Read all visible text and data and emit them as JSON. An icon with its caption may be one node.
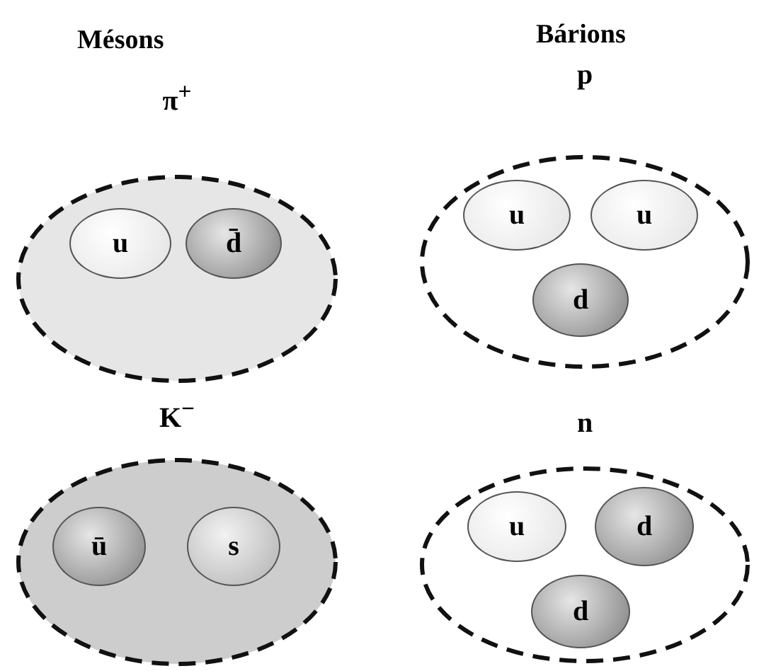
{
  "diagram": {
    "nodes": [
      {
        "text": [
          "π$^{+}$"
        ]
      },
      {
        "text": [
          "u"
        ],
        "in": 0
      },
      {
        "text": [
          "d̄"
        ],
        "in": 0
      },
      {
        "text": [
          "p"
        ]
      },
      {
        "text": [
          "u"
        ],
        "in": 3
      },
      {
        "text": [
          "u"
        ],
        "in": 3
      },
      {
        "text": [
          "d"
        ],
        "in": 3
      },
      {
        "text": [
          "K$^{−}$"
        ]
      },
      {
        "text": [
          "ū"
        ],
        "in": 7
      },
      {
        "text": [
          "s"
        ],
        "in": 7
      },
      {
        "text": [
          "n"
        ]
      },
      {
        "text": [
          "u"
        ],
        "in": 10
      },
      {
        "text": [
          "d"
        ],
        "in": 10
      },
      {
        "text": [
          "d"
        ],
        "in": 10
      }
    ],
    "labels": [
      "Mésons",
      "Bárions"
    ]
  }
}
